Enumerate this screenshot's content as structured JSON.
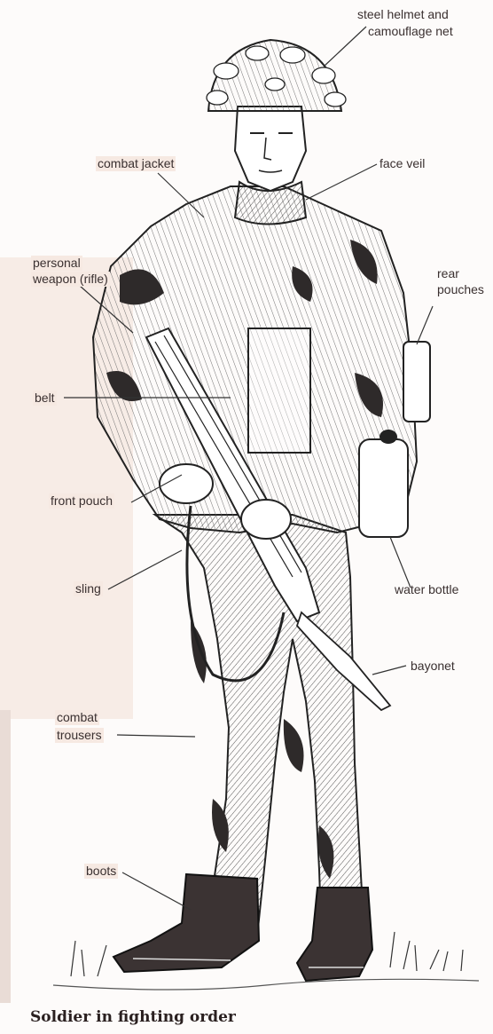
{
  "labels": {
    "helmet": "steel helmet and",
    "helmet2": "camouflage net",
    "jacket": "combat jacket",
    "veil": "face veil",
    "weapon1": "personal",
    "weapon2": "weapon (rifle)",
    "rear1": "rear",
    "rear2": "pouches",
    "belt": "belt",
    "front_pouch": "front pouch",
    "sling": "sling",
    "water": "water bottle",
    "bayonet": "bayonet",
    "trousers1": "combat",
    "trousers2": "trousers",
    "boots": "boots"
  },
  "caption": "Soldier in fighting order"
}
